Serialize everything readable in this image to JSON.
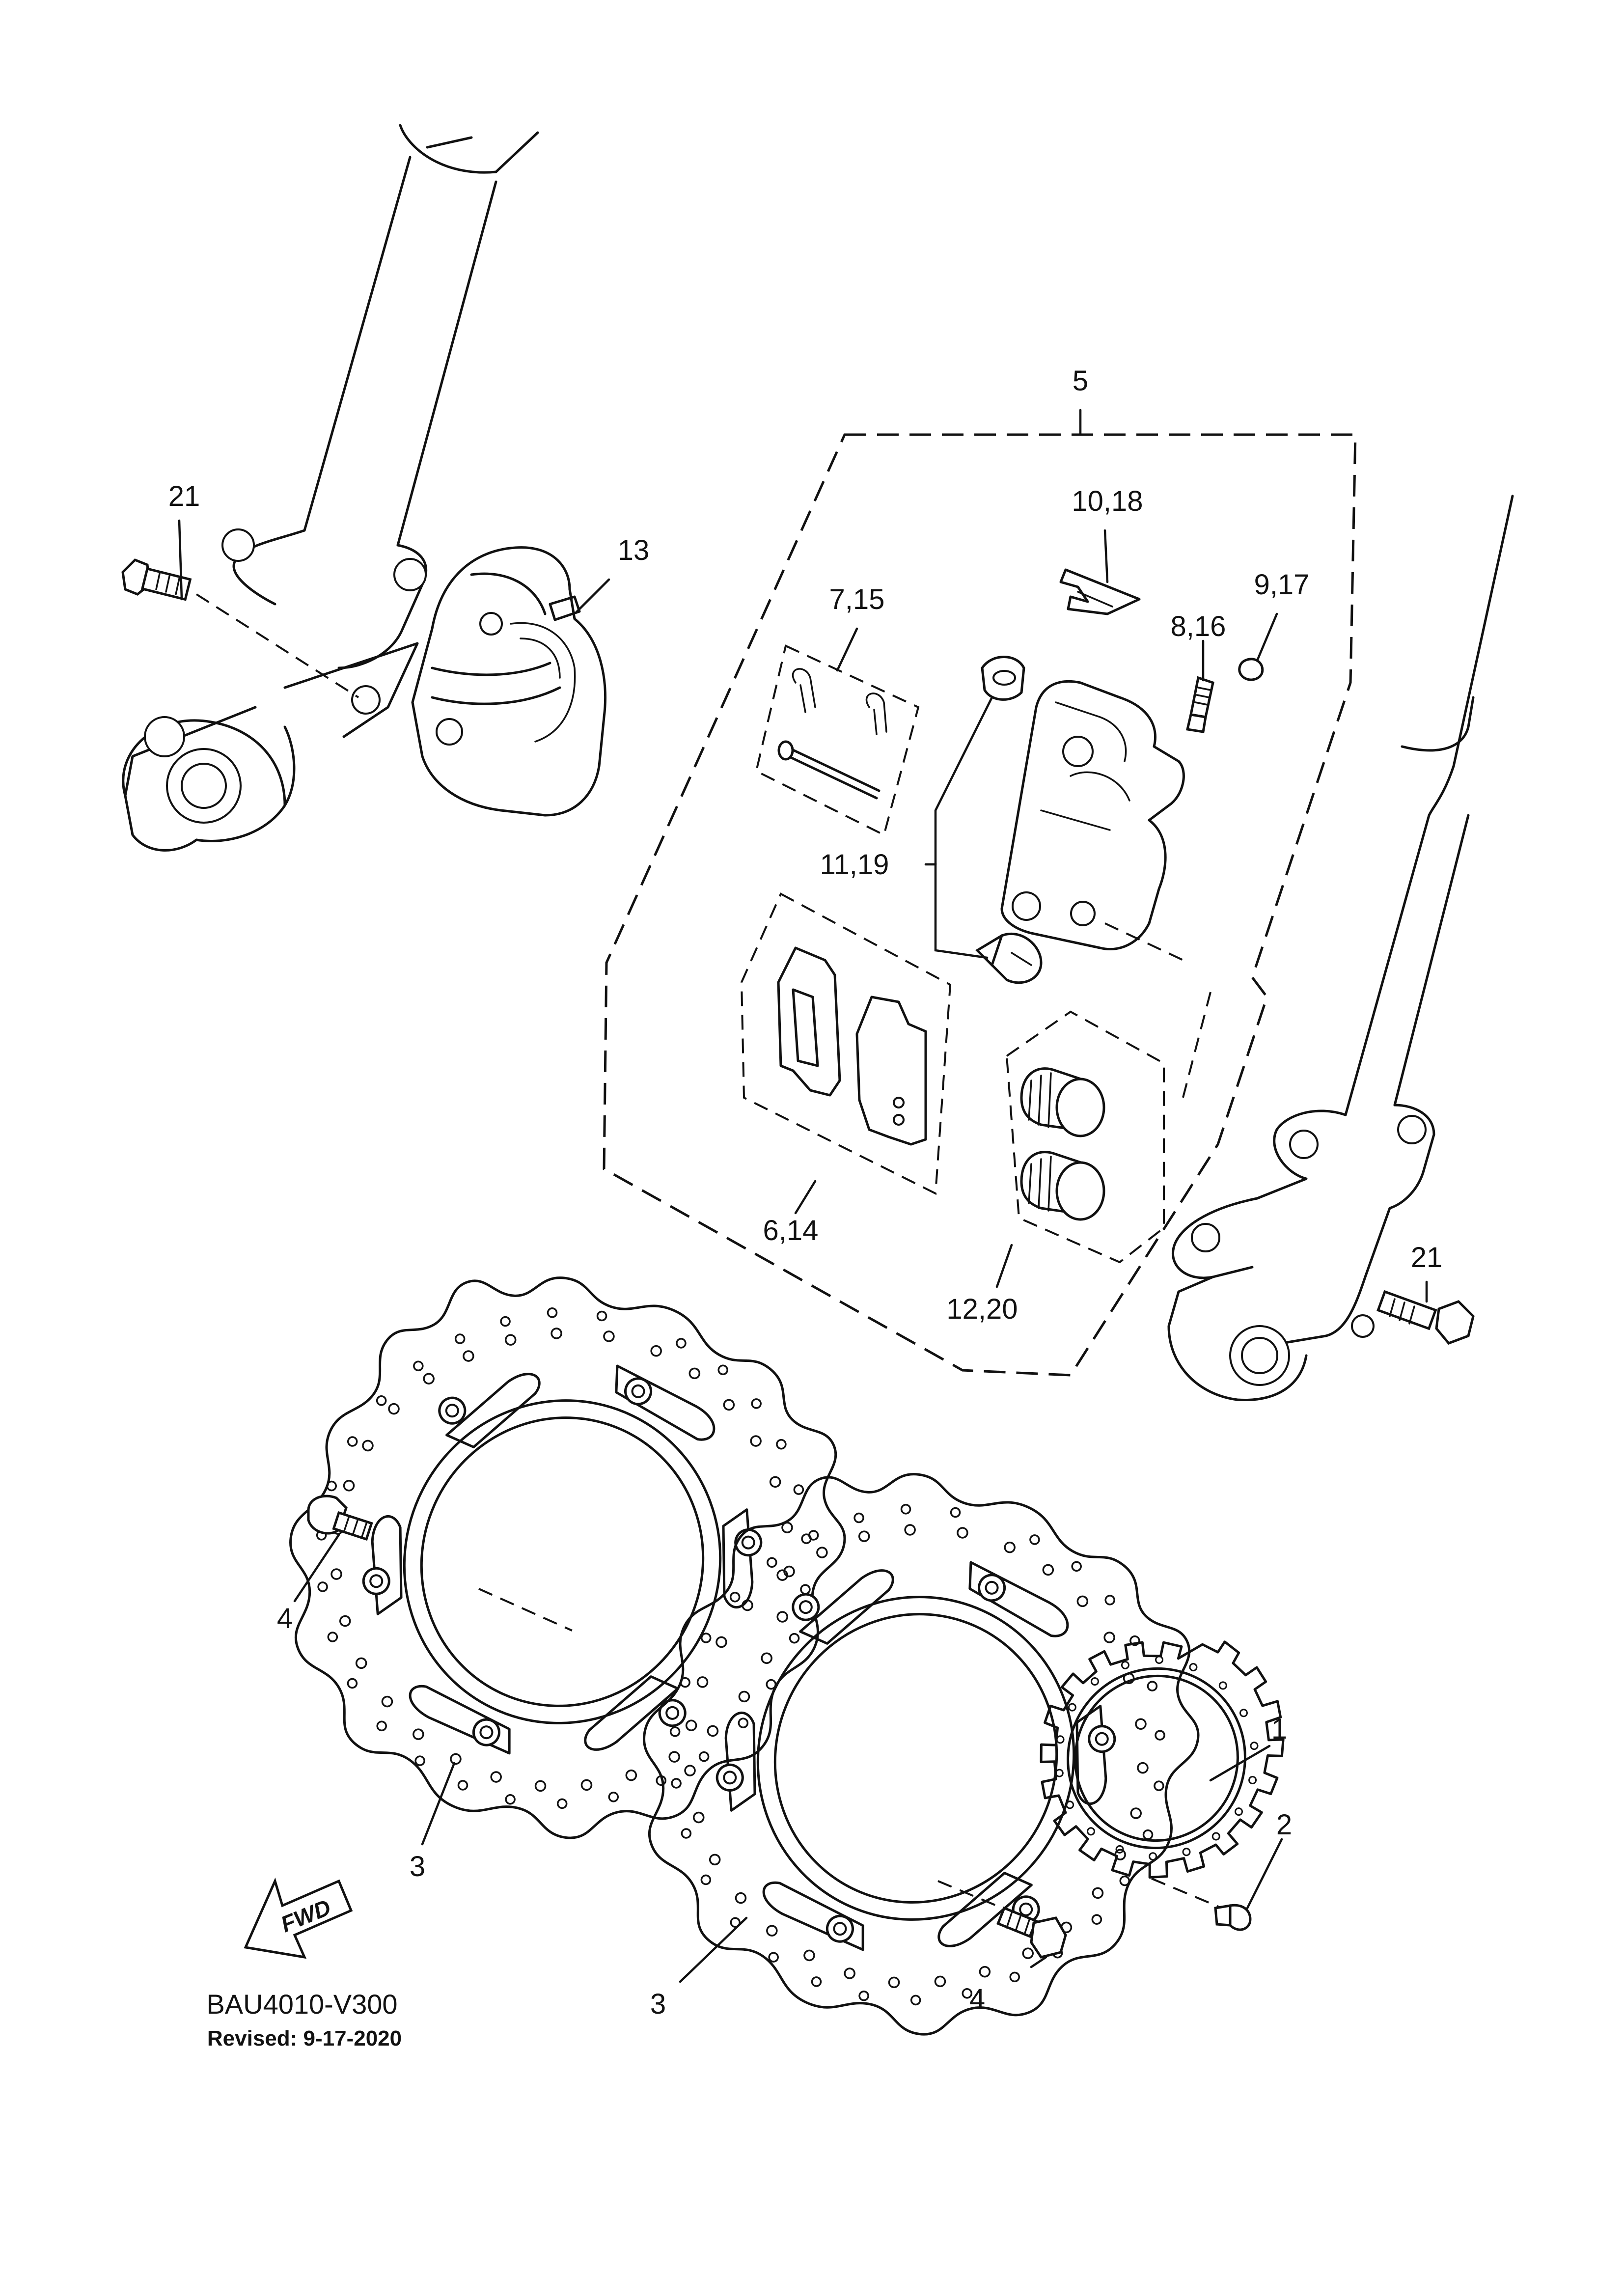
{
  "callouts": {
    "c1": "1",
    "c2": "2",
    "c3a": "3",
    "c3b": "3",
    "c4a": "4",
    "c4b": "4",
    "c5": "5",
    "c6_14": "6,14",
    "c7_15": "7,15",
    "c8_16": "8,16",
    "c9_17": "9,17",
    "c10_18": "10,18",
    "c11_19": "11,19",
    "c12_20": "12,20",
    "c13": "13",
    "c21a": "21",
    "c21b": "21"
  },
  "fwd_arrow": {
    "label": "FWD",
    "icon": "forward-arrow-icon"
  },
  "footer": {
    "code": "BAU4010-V300",
    "revised": "Revised: 9-17-2020"
  }
}
